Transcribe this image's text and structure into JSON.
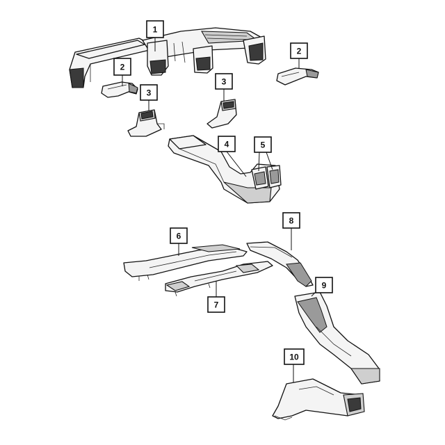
{
  "callouts": [
    {
      "id": "c1",
      "label": "1"
    },
    {
      "id": "c2a",
      "label": "2"
    },
    {
      "id": "c2b",
      "label": "2"
    },
    {
      "id": "c3a",
      "label": "3"
    },
    {
      "id": "c3b",
      "label": "3"
    },
    {
      "id": "c4",
      "label": "4"
    },
    {
      "id": "c5",
      "label": "5"
    },
    {
      "id": "c6",
      "label": "6"
    },
    {
      "id": "c7",
      "label": "7"
    },
    {
      "id": "c8",
      "label": "8"
    },
    {
      "id": "c9",
      "label": "9"
    },
    {
      "id": "c10",
      "label": "10"
    }
  ],
  "colors": {
    "line": "#111111",
    "fill": "#f4f4f4",
    "shade": "#9a9a9a",
    "dark": "#3a3a3a"
  }
}
